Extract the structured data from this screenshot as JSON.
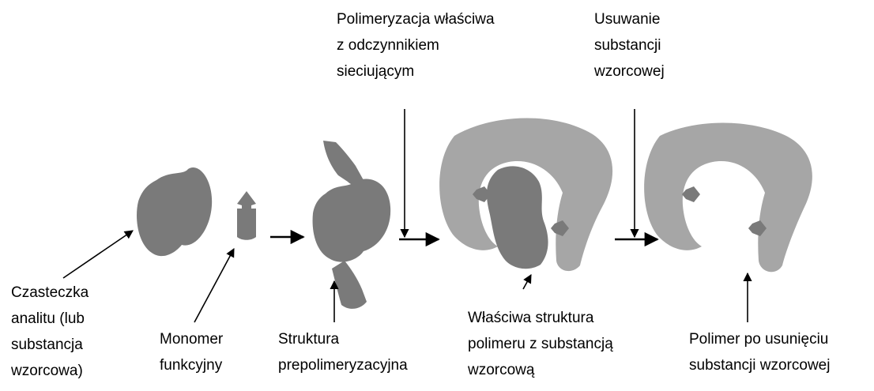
{
  "labels": {
    "analyte": [
      "Czasteczka",
      "analitu (lub",
      "substancja",
      "wzorcowa)"
    ],
    "monomer": [
      "Monomer",
      "funkcyjny"
    ],
    "prepolymer": [
      "Struktura",
      "prepolimeryzacyjna"
    ],
    "polymerization_step": [
      "Polimeryzacja właściwa",
      "z odczynnikiem",
      "sieciującym"
    ],
    "polymer_structure": [
      "Właściwa struktura",
      "polimeru z substancją",
      "wzorcową"
    ],
    "removal_step": [
      "Usuwanie",
      "substancji",
      "wzorcowej"
    ],
    "polymer_after_removal": [
      "Polimer po usunięciu",
      "substancji wzorcowej"
    ]
  },
  "colors": {
    "template_molecule": "#7a7a7a",
    "polymer_matrix": "#a6a6a6",
    "arrow": "#000000",
    "background": "#ffffff"
  }
}
